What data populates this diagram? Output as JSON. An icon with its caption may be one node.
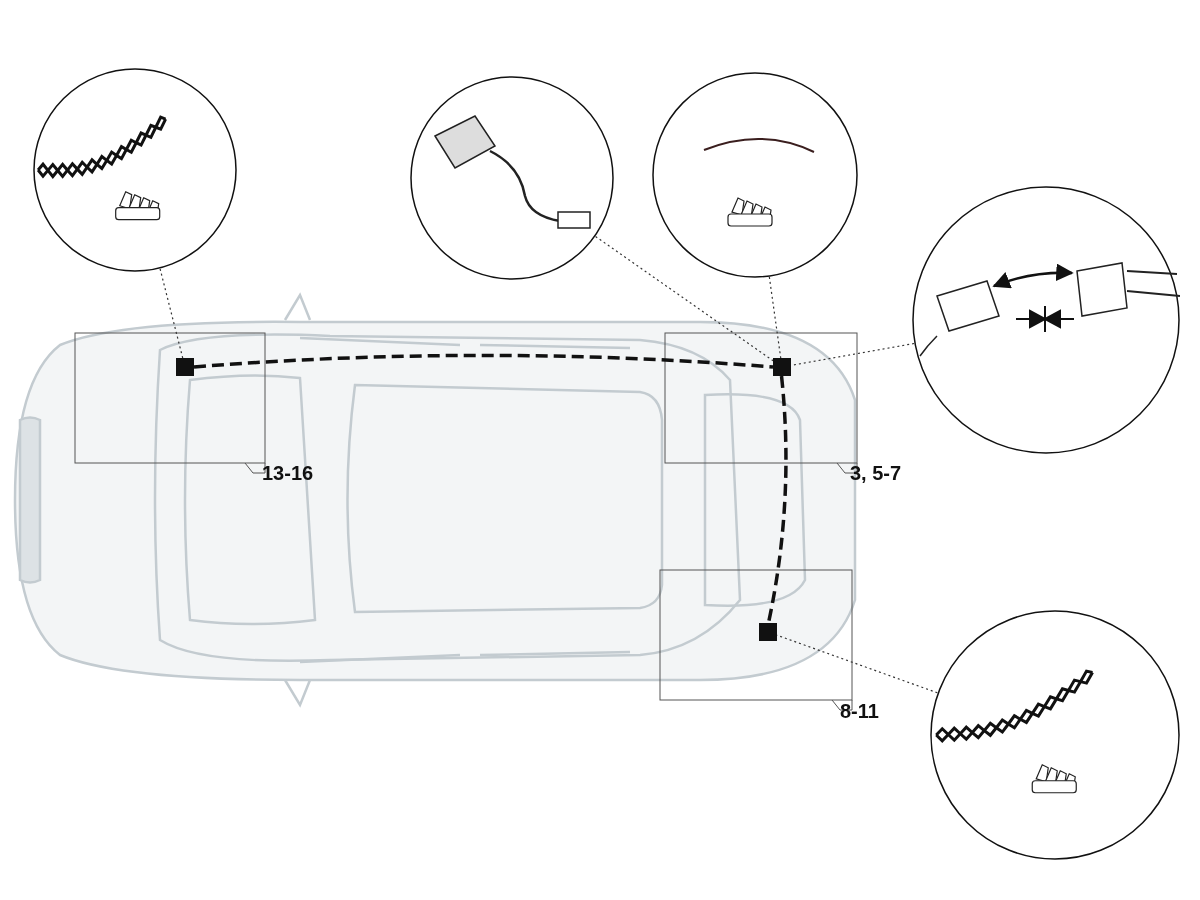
{
  "diagram": {
    "nodes": [
      {
        "text": [],
        "shape": "picture"
      },
      {
        "text": [],
        "shape": "picture"
      },
      {
        "text": [],
        "shape": "picture"
      },
      {
        "text": [],
        "shape": "picture"
      },
      {
        "text": [],
        "shape": "picture"
      },
      {
        "text": [],
        "shape": "box"
      },
      {
        "text": [],
        "shape": "box"
      },
      {
        "text": [],
        "shape": "box"
      }
    ],
    "edges": [
      {
        "from": 0,
        "to": 5,
        "arrow": "none"
      },
      {
        "from": 1,
        "to": 6,
        "arrow": "none"
      },
      {
        "from": 2,
        "to": 6,
        "arrow": "none"
      },
      {
        "from": 3,
        "to": 6,
        "arrow": "none"
      },
      {
        "from": 4,
        "to": 7,
        "arrow": "none"
      },
      {
        "from": 5,
        "to": 6,
        "arrow": "none",
        "style": "dashed"
      },
      {
        "from": 6,
        "to": 7,
        "arrow": "none",
        "style": "dashed"
      }
    ],
    "labels": [
      "13-16",
      "3, 5-7",
      "8-11"
    ]
  }
}
